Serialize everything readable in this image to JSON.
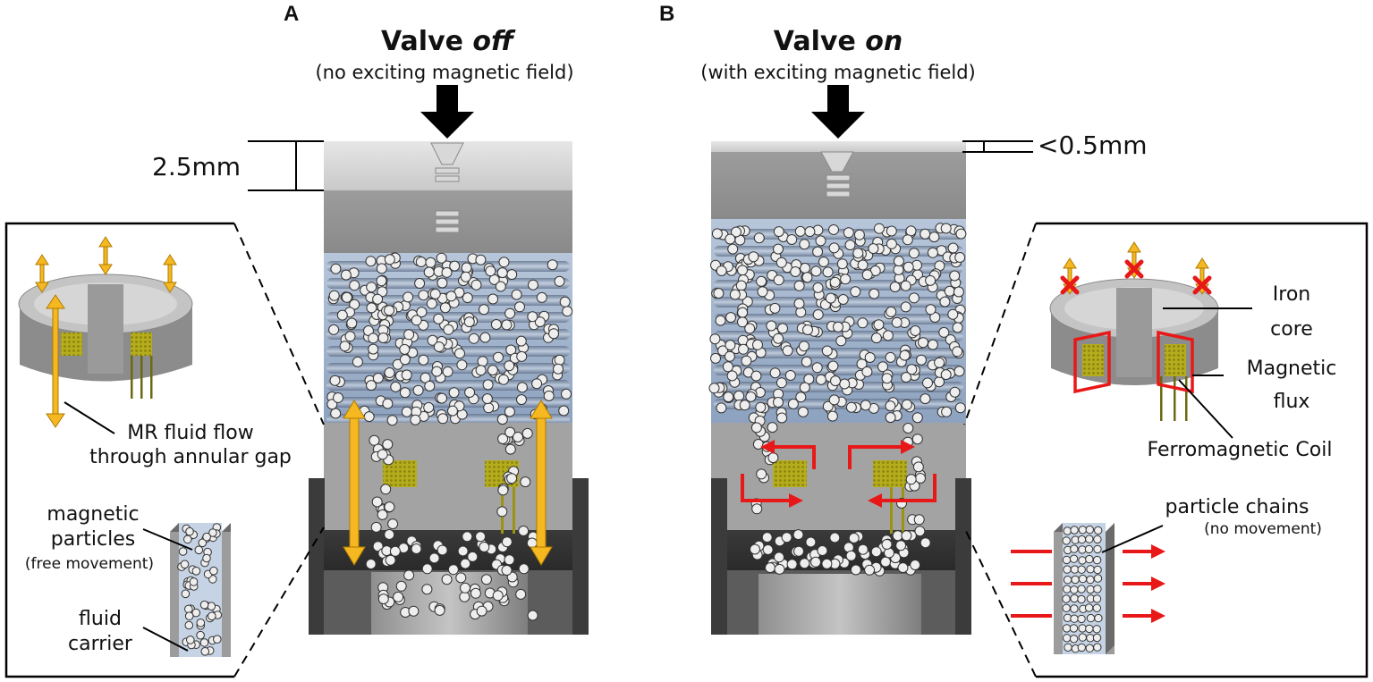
{
  "panel_a": {
    "letter": "A",
    "title_prefix": "Valve ",
    "title_state": "off",
    "subtitle": "(no exciting magnetic field)",
    "dimension": "2.5mm",
    "flow_label_line1": "MR fluid flow",
    "flow_label_line2": "through annular gap",
    "particles_line1": "magnetic",
    "particles_line2": "particles",
    "particles_note": "(free movement)",
    "carrier_line1": "fluid",
    "carrier_line2": "carrier"
  },
  "panel_b": {
    "letter": "B",
    "title_prefix": "Valve ",
    "title_state": "on",
    "subtitle": "(with exciting magnetic field)",
    "dimension": "<0.5mm",
    "iron_core_line1": "Iron",
    "iron_core_line2": "core",
    "flux_line1": "Magnetic",
    "flux_line2": "flux",
    "coil_label": "Ferromagnetic Coil",
    "chains_label": "particle chains",
    "chains_note": "(no movement)"
  },
  "colors": {
    "flow_arrow": "#f5b820",
    "flux": "#e81818",
    "coil": "#b8b020",
    "housing": "#8a8a8a",
    "fluid": "#9fb4cf"
  }
}
